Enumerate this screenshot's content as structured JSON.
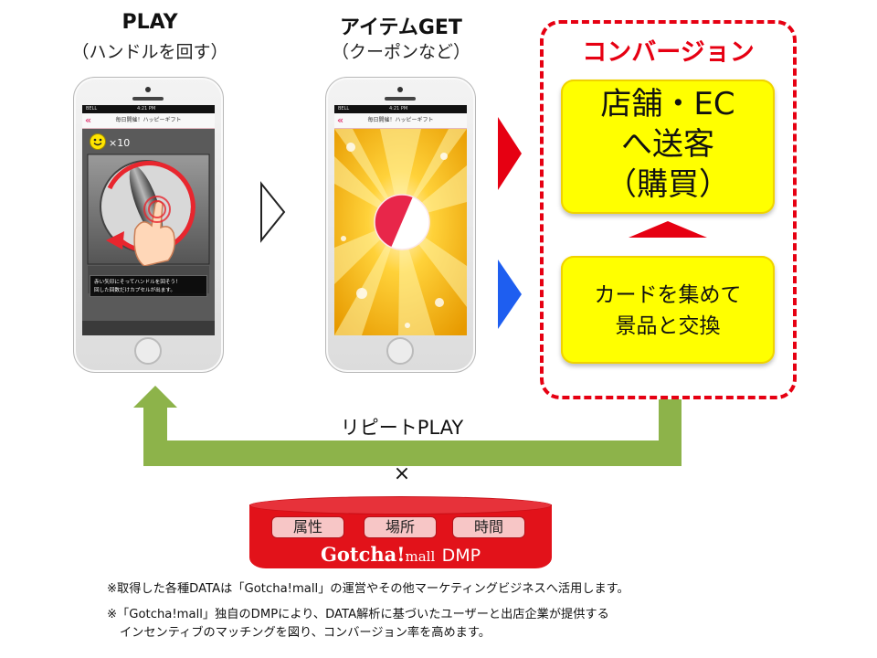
{
  "steps": [
    {
      "title": "PLAY",
      "subtitle": "（ハンドルを回す）"
    },
    {
      "title": "アイテムGET",
      "subtitle": "（クーポンなど）"
    }
  ],
  "phone": {
    "carrier": "BELL",
    "time": "4:21 PM",
    "app_title": "毎日開催！ハッピーギフト",
    "back_glyph": "«"
  },
  "play_screen": {
    "count": "×10",
    "instruction_line1": "赤い矢印にそってハンドルを回そう！",
    "instruction_line2": "回した回数だけカプセルが出ます。"
  },
  "conversion": {
    "title": "コンバージョン",
    "box_top_lines": [
      "店舗・EC",
      "へ送客",
      "（購買）"
    ],
    "box_bottom_lines": [
      "カードを集めて",
      "景品と交換"
    ]
  },
  "repeat_label": "リピートPLAY",
  "times": "×",
  "dmp": {
    "tags": [
      "属性",
      "場所",
      "時間"
    ],
    "brand_main": "Gotcha!",
    "brand_small": "mall",
    "brand_suffix": "DMP"
  },
  "notes": [
    "※取得した各種DATAは「Gotcha!mall」の運営やその他マーケティングビジネスへ活用します。",
    "※「Gotcha!mall」独自のDMPにより、DATA解析に基づいたユーザーと出店企業が提供する",
    "インセンティブのマッチングを図り、コンバージョン率を高めます。"
  ],
  "colors": {
    "accent_red": "#e60012",
    "arrow_blue": "#1e5ef0",
    "loop_green": "#8db34a",
    "box_yellow": "#ffff00"
  }
}
